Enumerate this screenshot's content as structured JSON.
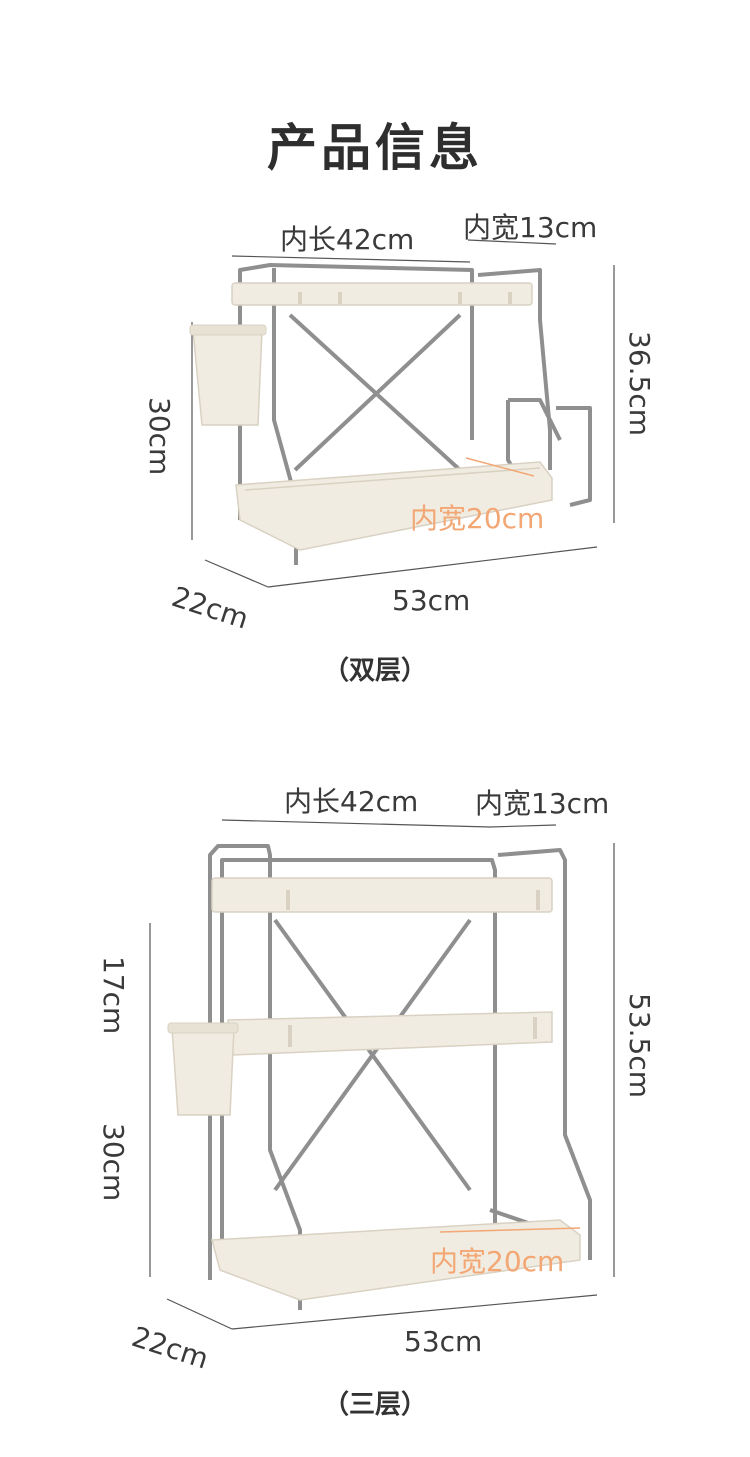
{
  "page": {
    "title": "产品信息"
  },
  "diagrams": [
    {
      "caption": "（双层）",
      "inner_length": "内长42cm",
      "inner_width_top": "内宽13cm",
      "inner_width_bottom": "内宽20cm",
      "height_total": "36.5cm",
      "height_side": "30cm",
      "depth": "22cm",
      "width": "53cm"
    },
    {
      "caption": "（三层）",
      "inner_length": "内长42cm",
      "inner_width_top": "内宽13cm",
      "inner_width_bottom": "内宽20cm",
      "height_total": "53.5cm",
      "height_upper": "17cm",
      "height_lower": "30cm",
      "depth": "22cm",
      "width": "53cm"
    }
  ],
  "colors": {
    "steel": "#8f8f8f",
    "steel_light": "#d6d6d6",
    "tray": "#f1ece1",
    "tray_edge": "#d9d2c3",
    "dimension_line": "#555555",
    "accent_orange": "#f2a774"
  }
}
